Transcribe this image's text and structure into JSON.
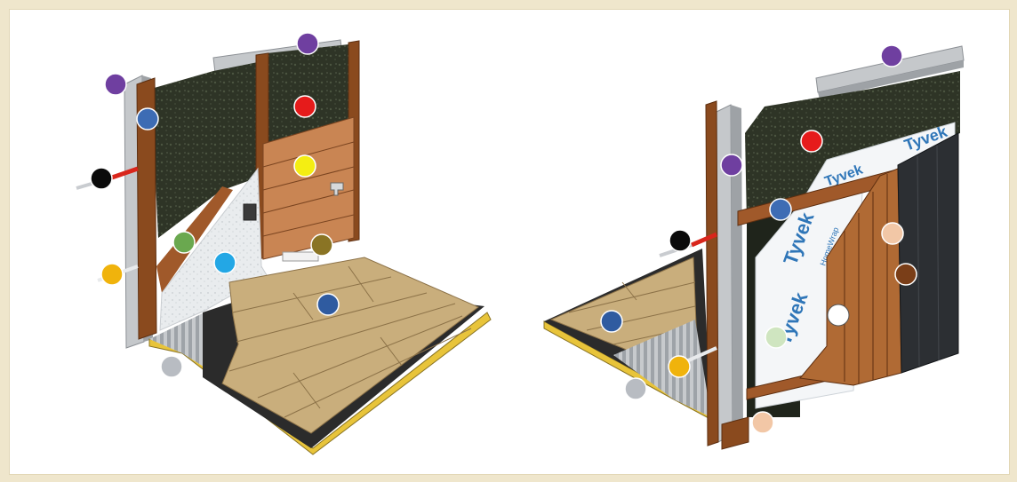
{
  "colors": {
    "background": "#efe6cc",
    "frame": "#ffffff",
    "insulation": "#2e3426",
    "stud_wood": "#8a4a1e",
    "siding": "#c98553",
    "floor_wood": "#c9ae7c",
    "underlayment": "#2b2b2b",
    "subfloor_edge": "#e8c43a",
    "metal": "#b9bcbf",
    "wallboard": "#e9ecee",
    "tyvek_wrap": "#f4f6f8",
    "tyvek_logo": "#2f76b8",
    "dark_cladding": "#2c2f33"
  },
  "left_view": {
    "markers": [
      {
        "id": "purple-top",
        "color": "#6f3fa0"
      },
      {
        "id": "purple-left",
        "color": "#6f3fa0"
      },
      {
        "id": "blue-stud",
        "color": "#3d6cb4"
      },
      {
        "id": "red-insulation",
        "color": "#e61b1b"
      },
      {
        "id": "yellow-siding",
        "color": "#f4ee12"
      },
      {
        "id": "black-pipe",
        "color": "#0b0b0b"
      },
      {
        "id": "green-sheathing",
        "color": "#6aa84f"
      },
      {
        "id": "cyan-board",
        "color": "#23a7e5"
      },
      {
        "id": "olive-base",
        "color": "#8a7424"
      },
      {
        "id": "orange-pipe",
        "color": "#f0b30c"
      },
      {
        "id": "blue-floor",
        "color": "#2f5ba0"
      },
      {
        "id": "gray-track",
        "color": "#b8bcc2"
      }
    ]
  },
  "right_view": {
    "tyvek_labels": [
      "Tyvek",
      "Tyvek",
      "Tyvek",
      "Tyvek"
    ],
    "tyvek_small": [
      "HomeWrap"
    ],
    "markers": [
      {
        "id": "purple-top",
        "color": "#6f3fa0"
      },
      {
        "id": "red-insulation",
        "color": "#e61b1b"
      },
      {
        "id": "purple-stud",
        "color": "#6f3fa0"
      },
      {
        "id": "blue-furring",
        "color": "#3d6cb4"
      },
      {
        "id": "black-pipe",
        "color": "#0b0b0b"
      },
      {
        "id": "peach-siding",
        "color": "#f2c7a6"
      },
      {
        "id": "brown-cladding",
        "color": "#7a3e18"
      },
      {
        "id": "blue-floor",
        "color": "#2f5ba0"
      },
      {
        "id": "lightgreen-wrap",
        "color": "#cfe5c0"
      },
      {
        "id": "white-batten",
        "color": "#ffffff"
      },
      {
        "id": "orange-pipe",
        "color": "#f0b30c"
      },
      {
        "id": "gray-track",
        "color": "#b8bcc2"
      },
      {
        "id": "peach-base",
        "color": "#f2c7a6"
      }
    ]
  }
}
